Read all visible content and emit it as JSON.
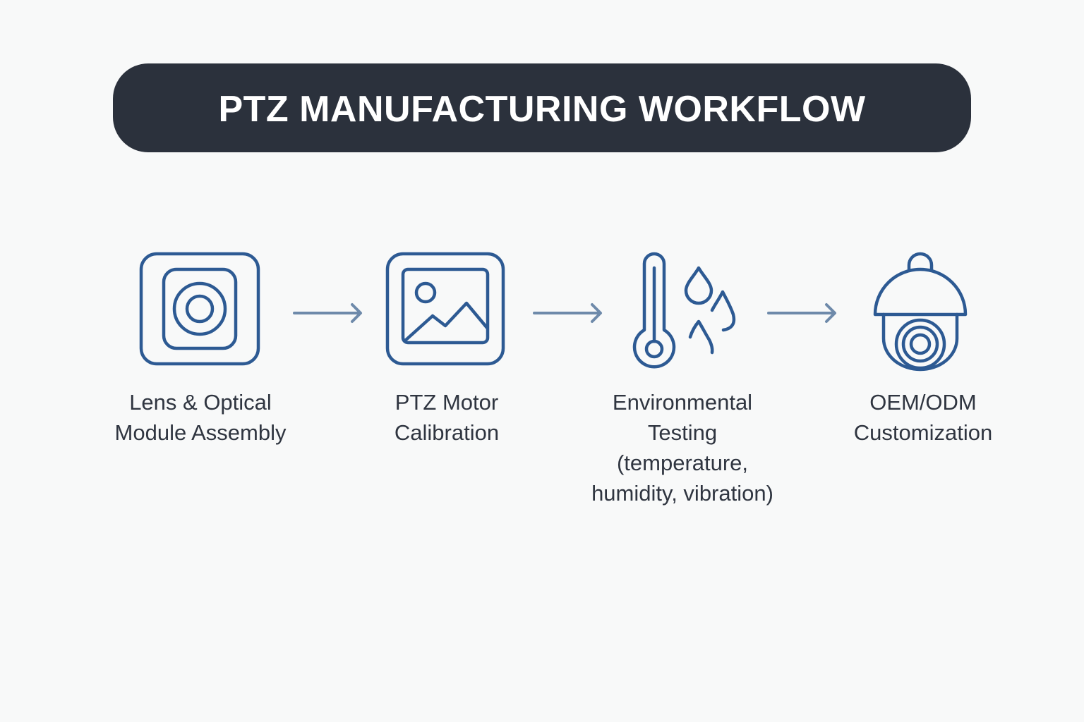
{
  "title": "PTZ MANUFACTURING WORKFLOW",
  "colors": {
    "title_bg": "#2b313c",
    "title_text": "#ffffff",
    "icon_stroke": "#2d5a93",
    "arrow": "#6e8aaa",
    "label_text": "#2f3540",
    "background": "#f8f9f9"
  },
  "steps": [
    {
      "icon": "lens-module-icon",
      "label_lines": [
        "Lens & Optical",
        "Module Assembly"
      ]
    },
    {
      "icon": "image-frame-icon",
      "label_lines": [
        "PTZ Motor",
        "Calibration"
      ]
    },
    {
      "icon": "thermometer-droplets-icon",
      "label_lines": [
        "Environmental",
        "Testing",
        "(temperature,",
        "humidity, vibration)"
      ]
    },
    {
      "icon": "ptz-dome-camera-icon",
      "label_lines": [
        "OEM/ODM",
        "Customization"
      ]
    }
  ],
  "arrows": [
    "arrow-right-icon",
    "arrow-right-icon",
    "arrow-right-icon"
  ]
}
